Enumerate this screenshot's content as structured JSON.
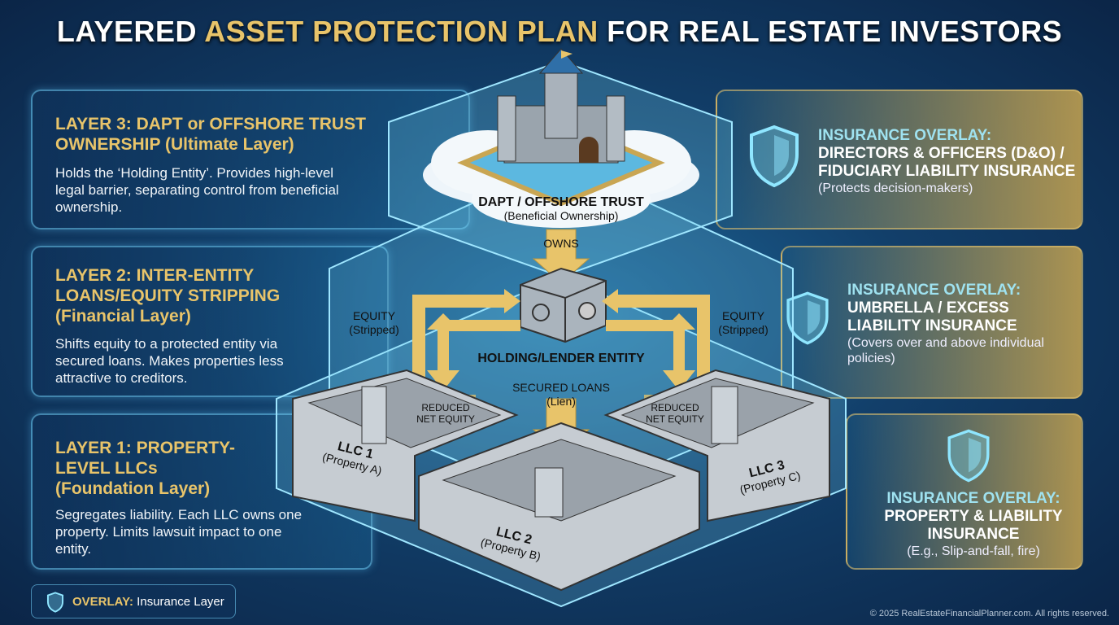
{
  "title": {
    "part1": "LAYERED ",
    "highlight": "ASSET PROTECTION PLAN",
    "part2": " FOR REAL ESTATE INVESTORS"
  },
  "layers": [
    {
      "heading": "LAYER 3: DAPT or OFFSHORE TRUST OWNERSHIP (Ultimate Layer)",
      "body": "Holds the ‘Holding Entity’. Provides high-level legal barrier, separating control from beneficial ownership."
    },
    {
      "heading": "LAYER 2: INTER-ENTITY LOANS/EQUITY STRIPPING (Financial Layer)",
      "body": "Shifts equity to a protected entity via secured loans. Makes properties less attractive to creditors."
    },
    {
      "heading": "LAYER 1: PROPERTY-LEVEL LLCs (Foundation Layer)",
      "body": "Segregates liability. Each LLC owns one property. Limits lawsuit impact to one entity."
    }
  ],
  "insurance": [
    {
      "label": "INSURANCE OVERLAY:",
      "name": "DIRECTORS & OFFICERS (D&O) / FIDUCIARY LIABILITY INSURANCE",
      "note": "(Protects decision-makers)"
    },
    {
      "label": "INSURANCE OVERLAY:",
      "name": "UMBRELLA / EXCESS LIABILITY INSURANCE",
      "note": "(Covers over and above individual policies)"
    },
    {
      "label": "INSURANCE OVERLAY:",
      "name": "PROPERTY & LIABILITY INSURANCE",
      "note": "(E.g., Slip-and-fall, fire)"
    }
  ],
  "diagram": {
    "trust": "DAPT / OFFSHORE TRUST",
    "trust_sub": "(Beneficial Ownership)",
    "owns": "OWNS",
    "holding": "HOLDING/LENDER ENTITY",
    "equity": "EQUITY",
    "stripped": "(Stripped)",
    "loans": "SECURED LOANS",
    "lien": "(Lien)",
    "reduced": "REDUCED",
    "net_equity": "NET EQUITY",
    "llcs": [
      {
        "name": "LLC 1",
        "prop": "(Property A)"
      },
      {
        "name": "LLC 2",
        "prop": "(Property B)"
      },
      {
        "name": "LLC 3",
        "prop": "(Property C)"
      }
    ]
  },
  "legend": {
    "key": "OVERLAY:",
    "value": " Insurance Layer"
  },
  "footer": "© 2025 RealEstateFinancialPlanner.com. All rights reserved.",
  "colors": {
    "gold": "#e8c46a",
    "cyan": "#9fe2f0",
    "bg": "#123f6a"
  }
}
